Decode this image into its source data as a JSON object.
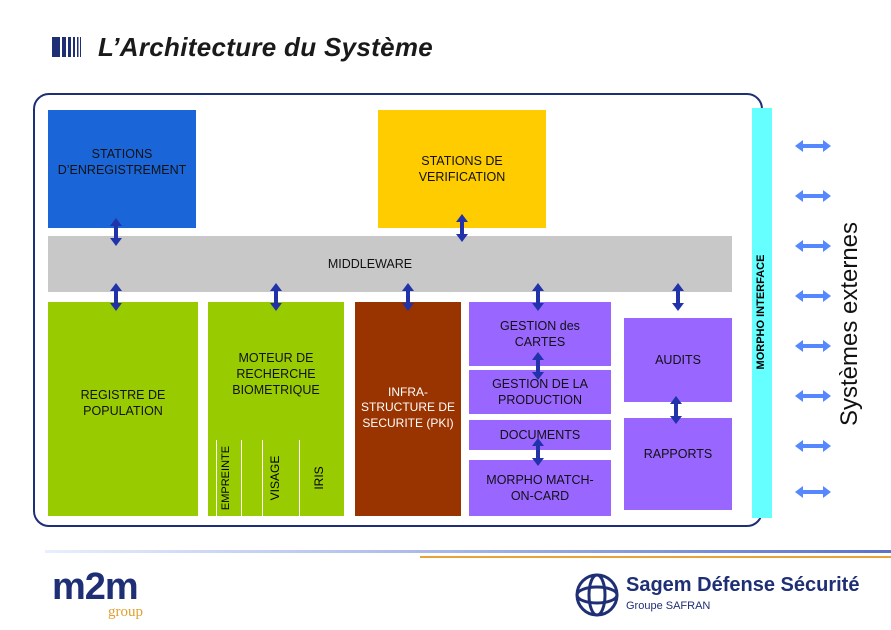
{
  "title": "L’Architecture du Système",
  "colors": {
    "blue": "#1a66d8",
    "yellow": "#ffcc00",
    "grey": "#c8c8c8",
    "green": "#99cc00",
    "purple": "#9966ff",
    "brown": "#993300",
    "cyan": "#66ffff",
    "arrow": "#2233aa",
    "arrow_light": "#5588ff"
  },
  "stations_enregistrement": "STATIONS D’ENREGISTREMENT",
  "stations_verification": "STATIONS DE VERIFICATION",
  "middleware": "MIDDLEWARE",
  "registre": "REGISTRE DE POPULATION",
  "moteur": "MOTEUR DE RECHERCHE BIOMETRIQUE",
  "empreinte": "EMPREINTE",
  "visage": "VISAGE",
  "iris": "IRIS",
  "pki": "INFRA-STRUCTURE DE SECURITE (PKI)",
  "gestion_cartes": "GESTION des CARTES",
  "gestion_production": "GESTION DE LA PRODUCTION",
  "documents": "DOCUMENTS",
  "match_on_card": "MORPHO MATCH-ON-CARD",
  "audits": "AUDITS",
  "rapports": "RAPPORTS",
  "morpho_interface": "MORPHO INTERFACE",
  "systemes_externes": "Systèmes externes",
  "logo_left": {
    "top": "m2m",
    "bottom": "group"
  },
  "logo_right": {
    "name": "Sagem Défense Sécurité",
    "sub": "Groupe SAFRAN"
  }
}
